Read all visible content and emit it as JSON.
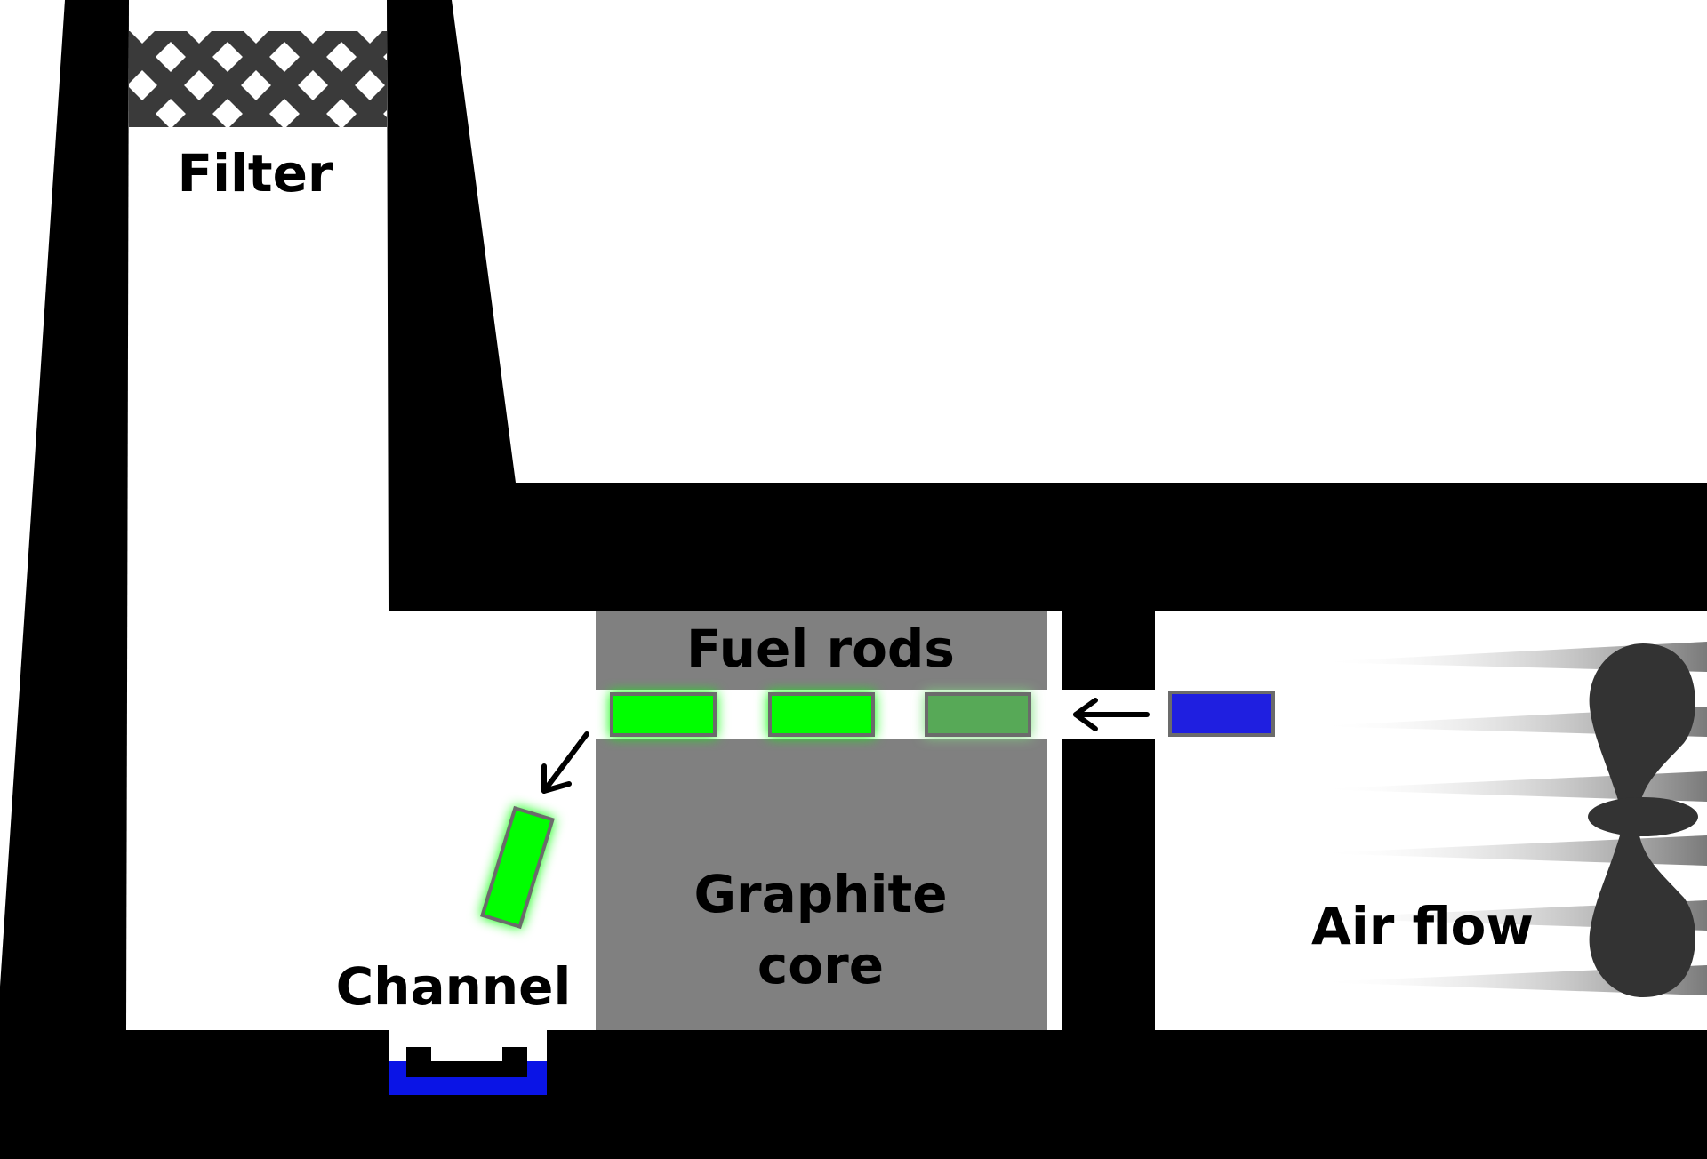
{
  "labels": {
    "filter": "Filter",
    "fuel_rods": "Fuel rods",
    "graphite_line1": "Graphite",
    "graphite_line2": "core",
    "air_flow": "Air flow",
    "channel": "Channel"
  },
  "colors": {
    "structure": "#000000",
    "background": "#ffffff",
    "graphite": "#808080",
    "fuel_rod_hot": "#00ff00",
    "fuel_rod_cooling": "#57a957",
    "fuel_rod_border": "#6b6b6b",
    "fuel_rod_new": "#1f1fe0",
    "channel_water": "#0a14e6",
    "fan": "#333333",
    "filter_mesh": "#3a3a3a"
  },
  "icons": [
    "filter-mesh-icon",
    "fan-icon",
    "arrow-left-icon",
    "arrow-down-left-icon"
  ]
}
